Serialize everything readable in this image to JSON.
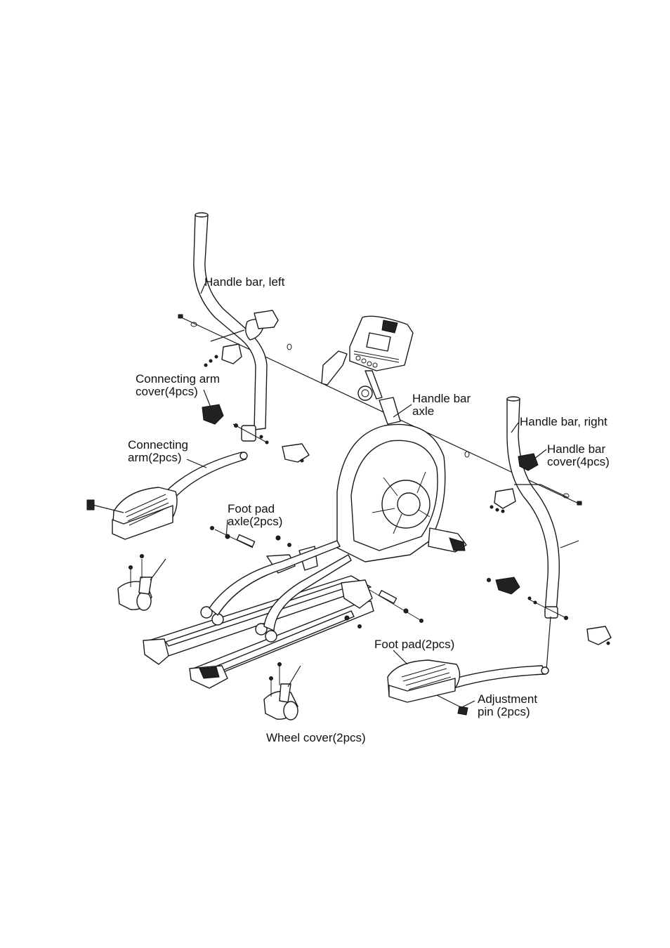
{
  "labels": {
    "handle_bar_left": "Handle bar, left",
    "connecting_arm_cover_1": "Connecting arm",
    "connecting_arm_cover_2": "cover(4pcs)",
    "handle_bar_axle_1": "Handle bar",
    "handle_bar_axle_2": "axle",
    "handle_bar_right": "Handle bar, right",
    "connecting_arm_1": "Connecting",
    "connecting_arm_2": "arm(2pcs)",
    "handle_bar_cover_1": "Handle bar",
    "handle_bar_cover_2": "cover(4pcs)",
    "foot_pad_axle_1": "Foot pad",
    "foot_pad_axle_2": "axle(2pcs)",
    "foot_pad": "Foot pad(2pcs)",
    "adjustment_pin_1": "Adjustment",
    "adjustment_pin_2": "pin (2pcs)",
    "wheel_cover": "Wheel cover(2pcs)"
  },
  "colors": {
    "ink": "#111111",
    "background": "#ffffff",
    "shade": "#cfcfcf"
  }
}
